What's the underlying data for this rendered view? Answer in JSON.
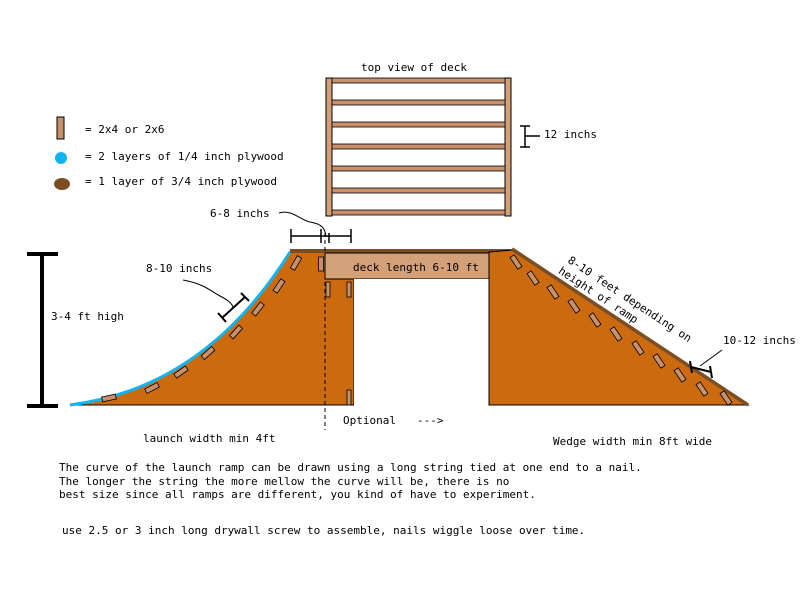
{
  "title_top_view": "top view of deck",
  "legend": [
    {
      "icon": "lumber-swatch-icon",
      "color": "#c8916a",
      "label": "= 2x4 or 2x6"
    },
    {
      "icon": "blue-plywood-dot-icon",
      "color": "#10b4f0",
      "label": "= 2 layers of 1/4 inch plywood"
    },
    {
      "icon": "brown-plywood-dot-icon",
      "color": "#7a4d22",
      "label": "= 1 layer of 3/4 inch plywood"
    }
  ],
  "labels": {
    "joist_spacing": "12 inchs",
    "deck_overhang": "6-8 inchs",
    "deck_length": "deck length 6-10 ft",
    "launch_height": "3-4 ft high",
    "launch_stud_spacing": "8-10 inchs",
    "wedge_length_line1": "8-10 feet depending on",
    "wedge_length_line2": "height of ramp",
    "wedge_stud_spacing": "10-12 inchs",
    "optional": "Optional",
    "optional_arrow": "--->",
    "launch_width": "launch width min 4ft",
    "wedge_width": "Wedge width min 8ft wide"
  },
  "notes": {
    "curve": "The curve of the launch ramp can be drawn using a long string tied at one end to a nail.\nThe longer the string the more mellow the curve will be, there is no\nbest size since all ramps are different, you kind of have to experiment.",
    "screws": "use 2.5 or 3 inch long drywall screw to assemble, nails wiggle loose over time."
  },
  "colors": {
    "ramp_fill": "#cc6a10",
    "lumber": "#c8916a",
    "plywood_blue": "#10b4f0",
    "plywood_brown": "#7a4d22",
    "deck_top": "#d4a077",
    "outline": "#000000"
  }
}
